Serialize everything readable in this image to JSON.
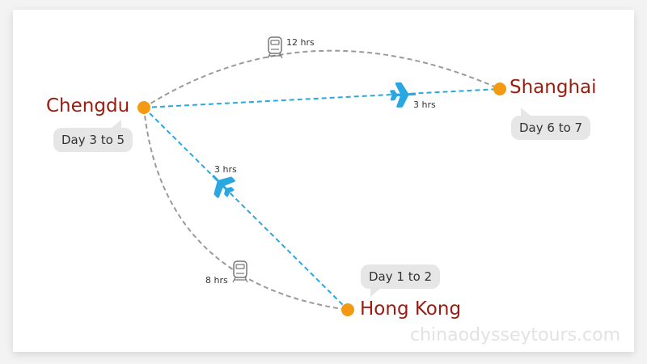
{
  "cities": {
    "chengdu": {
      "name": "Chengdu",
      "days": "Day 3 to 5"
    },
    "shanghai": {
      "name": "Shanghai",
      "days": "Day 6 to 7"
    },
    "hongkong": {
      "name": "Hong Kong",
      "days": "Day 1 to 2"
    }
  },
  "routes": {
    "chengdu_shanghai_train": {
      "mode": "train-icon",
      "duration": "12 hrs"
    },
    "chengdu_shanghai_flight": {
      "mode": "plane-icon",
      "duration": "3 hrs"
    },
    "hongkong_chengdu_flight": {
      "mode": "plane-icon",
      "duration": "3 hrs"
    },
    "hongkong_chengdu_train": {
      "mode": "train-icon",
      "duration": "8 hrs"
    }
  },
  "colors": {
    "city_text": "#9b1c0f",
    "node": "#f39a12",
    "flight_line": "#2aa7e0",
    "train_line": "#9a9a9a",
    "bubble_bg": "#e6e6e6"
  },
  "watermark": "chinaodysseytours.com"
}
